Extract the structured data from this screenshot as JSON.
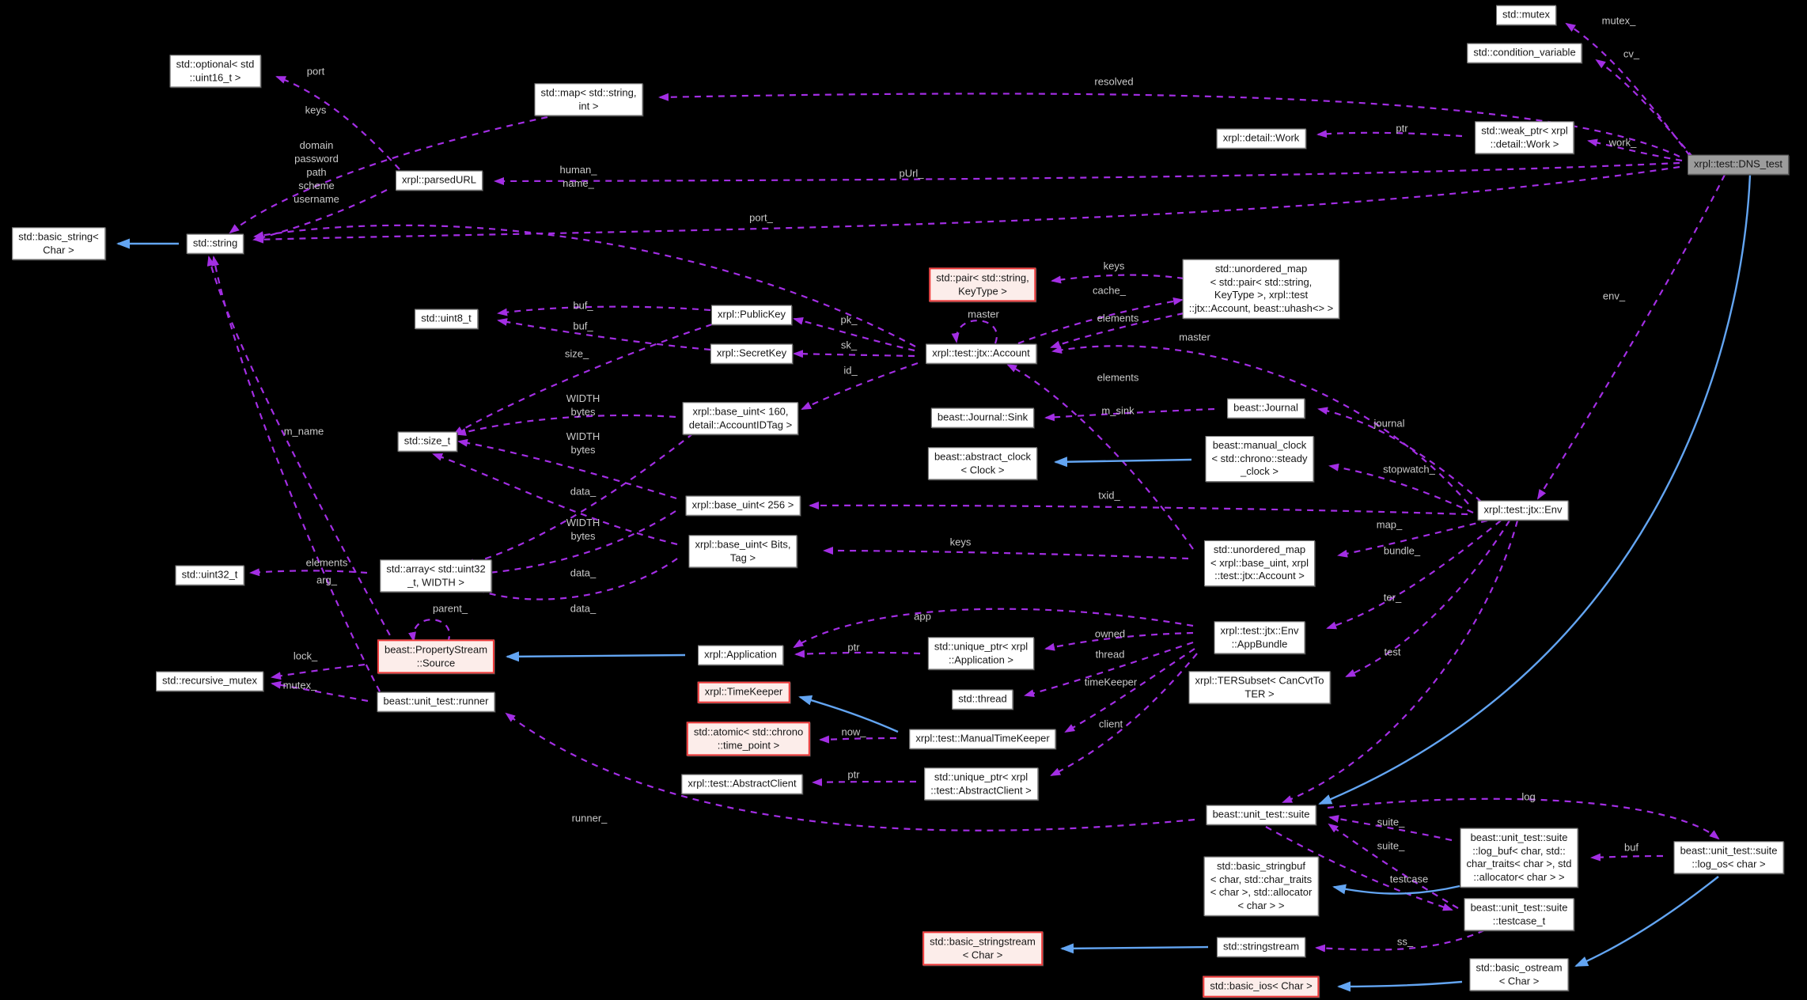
{
  "diagram": {
    "title": "xrpl::test::DNS_test collaboration graph",
    "colors": {
      "background": "#000000",
      "member_edge": "#A32EE4",
      "inherit_edge": "#63A5F2",
      "edge_label": "#C9C9C9",
      "node_fill": "#FFFFFF",
      "node_border": "#767676",
      "node_text": "#161616",
      "highlight_fill": "#FCEDEA",
      "highlight_border": "#EE3A3A",
      "main_fill": "#9C9C9C"
    },
    "nodes": [
      {
        "id": "mutex",
        "label": "std::mutex",
        "style": "plain"
      },
      {
        "id": "cond_var",
        "label": "std::condition_variable",
        "style": "plain"
      },
      {
        "id": "weak_ptr",
        "label": "std::weak_ptr< xrpl\n::detail::Work >",
        "style": "plain"
      },
      {
        "id": "work",
        "label": "xrpl::detail::Work",
        "style": "plain"
      },
      {
        "id": "dns_test",
        "label": "xrpl::test::DNS_test",
        "style": "main"
      },
      {
        "id": "optional",
        "label": "std::optional< std\n::uint16_t >",
        "style": "plain"
      },
      {
        "id": "map",
        "label": "std::map< std::string,\nint >",
        "style": "plain"
      },
      {
        "id": "parsed_url",
        "label": "xrpl::parsedURL",
        "style": "plain"
      },
      {
        "id": "basic_string",
        "label": "std::basic_string<\nChar >",
        "style": "plain"
      },
      {
        "id": "string",
        "label": "std::string",
        "style": "plain"
      },
      {
        "id": "uint8",
        "label": "std::uint8_t",
        "style": "plain"
      },
      {
        "id": "public_key",
        "label": "xrpl::PublicKey",
        "style": "plain"
      },
      {
        "id": "secret_key",
        "label": "xrpl::SecretKey",
        "style": "plain"
      },
      {
        "id": "pair",
        "label": "std::pair< std::string,\nKeyType >",
        "style": "highlight"
      },
      {
        "id": "ummap_pair",
        "label": "std::unordered_map\n< std::pair< std::string,\nKeyType >, xrpl::test\n::jtx::Account, beast::uhash<> >",
        "style": "plain"
      },
      {
        "id": "account",
        "label": "xrpl::test::jtx::Account",
        "style": "plain"
      },
      {
        "id": "base_uint160",
        "label": "xrpl::base_uint< 160,\ndetail::AccountIDTag >",
        "style": "plain"
      },
      {
        "id": "size_t",
        "label": "std::size_t",
        "style": "plain"
      },
      {
        "id": "sink",
        "label": "beast::Journal::Sink",
        "style": "plain"
      },
      {
        "id": "journal",
        "label": "beast::Journal",
        "style": "plain"
      },
      {
        "id": "abstract_clock",
        "label": "beast::abstract_clock\n< Clock >",
        "style": "plain"
      },
      {
        "id": "manual_clock",
        "label": "beast::manual_clock\n< std::chrono::steady\n_clock >",
        "style": "plain"
      },
      {
        "id": "base_uint256",
        "label": "xrpl::base_uint< 256 >",
        "style": "plain"
      },
      {
        "id": "base_uint_bits",
        "label": "xrpl::base_uint< Bits,\nTag >",
        "style": "plain"
      },
      {
        "id": "ummap_bu",
        "label": "std::unordered_map\n< xrpl::base_uint, xrpl\n::test::jtx::Account >",
        "style": "plain"
      },
      {
        "id": "uint32",
        "label": "std::uint32_t",
        "style": "plain"
      },
      {
        "id": "array",
        "label": "std::array< std::uint32\n_t, WIDTH >",
        "style": "plain"
      },
      {
        "id": "env",
        "label": "xrpl::test::jtx::Env",
        "style": "plain"
      },
      {
        "id": "app_bundle",
        "label": "xrpl::test::jtx::Env\n::AppBundle",
        "style": "plain"
      },
      {
        "id": "ter_subset",
        "label": "xrpl::TERSubset< CanCvtTo\nTER >",
        "style": "plain"
      },
      {
        "id": "application",
        "label": "xrpl::Application",
        "style": "plain"
      },
      {
        "id": "uptr_app",
        "label": "std::unique_ptr< xrpl\n::Application >",
        "style": "plain"
      },
      {
        "id": "time_keeper",
        "label": "xrpl::TimeKeeper",
        "style": "highlight"
      },
      {
        "id": "thread",
        "label": "std::thread",
        "style": "plain"
      },
      {
        "id": "atomic",
        "label": "std::atomic< std::chrono\n::time_point >",
        "style": "highlight"
      },
      {
        "id": "mtk",
        "label": "xrpl::test::ManualTimeKeeper",
        "style": "plain"
      },
      {
        "id": "source",
        "label": "beast::PropertyStream\n::Source",
        "style": "highlight"
      },
      {
        "id": "recursive_mutex",
        "label": "std::recursive_mutex",
        "style": "plain"
      },
      {
        "id": "runner",
        "label": "beast::unit_test::runner",
        "style": "plain"
      },
      {
        "id": "abstract_client",
        "label": "xrpl::test::AbstractClient",
        "style": "plain"
      },
      {
        "id": "uptr_ac",
        "label": "std::unique_ptr< xrpl\n::test::AbstractClient >",
        "style": "plain"
      },
      {
        "id": "suite",
        "label": "beast::unit_test::suite",
        "style": "plain"
      },
      {
        "id": "log_buf",
        "label": "beast::unit_test::suite\n::log_buf< char, std::\nchar_traits< char >, std\n::allocator< char > >",
        "style": "plain"
      },
      {
        "id": "log_os",
        "label": "beast::unit_test::suite\n::log_os< char >",
        "style": "plain"
      },
      {
        "id": "stringbuf",
        "label": "std::basic_stringbuf\n< char, std::char_traits\n< char >, std::allocator\n< char > >",
        "style": "plain"
      },
      {
        "id": "testcase_t",
        "label": "beast::unit_test::suite\n::testcase_t",
        "style": "plain"
      },
      {
        "id": "stringstream",
        "label": "std::stringstream",
        "style": "plain"
      },
      {
        "id": "basic_sstream",
        "label": "std::basic_stringstream\n< Char >",
        "style": "highlight"
      },
      {
        "id": "basic_ostream",
        "label": "std::basic_ostream\n< Char >",
        "style": "plain"
      },
      {
        "id": "basic_ios",
        "label": "std::basic_ios< Char >",
        "style": "highlight"
      }
    ],
    "edges": [
      {
        "from": "dns_test",
        "to": "mutex",
        "label": "mutex_",
        "style": "member"
      },
      {
        "from": "dns_test",
        "to": "cond_var",
        "label": "cv_",
        "style": "member"
      },
      {
        "from": "dns_test",
        "to": "weak_ptr",
        "label": "work_",
        "style": "member"
      },
      {
        "from": "weak_ptr",
        "to": "work",
        "label": "ptr",
        "style": "member"
      },
      {
        "from": "dns_test",
        "to": "map",
        "label": "resolved",
        "style": "member"
      },
      {
        "from": "dns_test",
        "to": "parsed_url",
        "label": "pUrl_",
        "style": "member"
      },
      {
        "from": "dns_test",
        "to": "string",
        "label": "port_",
        "style": "member"
      },
      {
        "from": "dns_test",
        "to": "env",
        "label": "env_",
        "style": "member"
      },
      {
        "from": "dns_test",
        "to": "suite",
        "label": "",
        "style": "inherit"
      },
      {
        "from": "parsed_url",
        "to": "optional",
        "label": "port",
        "style": "member"
      },
      {
        "from": "map",
        "to": "string",
        "label": "keys",
        "style": "member"
      },
      {
        "from": "parsed_url",
        "to": "string",
        "label": "domain\npassword\npath\nscheme\nusername",
        "style": "member"
      },
      {
        "from": "account",
        "to": "string",
        "label": "human_\nname_",
        "style": "member"
      },
      {
        "from": "string",
        "to": "basic_string",
        "label": "",
        "style": "inherit"
      },
      {
        "from": "public_key",
        "to": "uint8",
        "label": "buf_",
        "style": "member"
      },
      {
        "from": "secret_key",
        "to": "uint8",
        "label": "buf_",
        "style": "member"
      },
      {
        "from": "public_key",
        "to": "size_t",
        "label": "size_",
        "style": "member"
      },
      {
        "from": "account",
        "to": "public_key",
        "label": "pk_",
        "style": "member"
      },
      {
        "from": "account",
        "to": "secret_key",
        "label": "sk_",
        "style": "member"
      },
      {
        "from": "account",
        "to": "base_uint160",
        "label": "id_",
        "style": "member"
      },
      {
        "from": "ummap_pair",
        "to": "pair",
        "label": "keys",
        "style": "member"
      },
      {
        "from": "account",
        "to": "ummap_pair",
        "label": "cache_",
        "style": "member"
      },
      {
        "from": "ummap_pair",
        "to": "account",
        "label": "elements",
        "style": "member"
      },
      {
        "from": "account",
        "to": "account",
        "label": "master",
        "style": "member"
      },
      {
        "from": "env",
        "to": "account",
        "label": "master",
        "style": "member"
      },
      {
        "from": "ummap_bu",
        "to": "account",
        "label": "elements",
        "style": "member"
      },
      {
        "from": "journal",
        "to": "sink",
        "label": "m_sink",
        "style": "member"
      },
      {
        "from": "env",
        "to": "journal",
        "label": "journal",
        "style": "member"
      },
      {
        "from": "manual_clock",
        "to": "abstract_clock",
        "label": "",
        "style": "inherit"
      },
      {
        "from": "env",
        "to": "manual_clock",
        "label": "stopwatch_",
        "style": "member"
      },
      {
        "from": "env",
        "to": "base_uint256",
        "label": "txid_",
        "style": "member"
      },
      {
        "from": "ummap_bu",
        "to": "base_uint_bits",
        "label": "keys",
        "style": "member"
      },
      {
        "from": "env",
        "to": "ummap_bu",
        "label": "map_",
        "style": "member"
      },
      {
        "from": "env",
        "to": "app_bundle",
        "label": "bundle_",
        "style": "member"
      },
      {
        "from": "env",
        "to": "ter_subset",
        "label": "ter_",
        "style": "member"
      },
      {
        "from": "env",
        "to": "suite",
        "label": "test",
        "style": "member"
      },
      {
        "from": "base_uint160",
        "to": "size_t",
        "label": "WIDTH\nbytes",
        "style": "member"
      },
      {
        "from": "base_uint256",
        "to": "size_t",
        "label": "WIDTH\nbytes",
        "style": "member"
      },
      {
        "from": "base_uint_bits",
        "to": "size_t",
        "label": "WIDTH\nbytes",
        "style": "member"
      },
      {
        "from": "base_uint160",
        "to": "array",
        "label": "data_",
        "style": "member"
      },
      {
        "from": "base_uint256",
        "to": "array",
        "label": "data_",
        "style": "member"
      },
      {
        "from": "base_uint_bits",
        "to": "array",
        "label": "data_",
        "style": "member"
      },
      {
        "from": "array",
        "to": "uint32",
        "label": "elements",
        "style": "member"
      },
      {
        "from": "runner",
        "to": "string",
        "label": "arg_",
        "style": "member"
      },
      {
        "from": "source",
        "to": "string",
        "label": "m_name",
        "style": "member"
      },
      {
        "from": "source",
        "to": "source",
        "label": "parent_",
        "style": "member"
      },
      {
        "from": "source",
        "to": "recursive_mutex",
        "label": "lock_",
        "style": "member"
      },
      {
        "from": "runner",
        "to": "recursive_mutex",
        "label": "mutex_",
        "style": "member"
      },
      {
        "from": "application",
        "to": "source",
        "label": "",
        "style": "inherit"
      },
      {
        "from": "app_bundle",
        "to": "application",
        "label": "app",
        "style": "member"
      },
      {
        "from": "uptr_app",
        "to": "application",
        "label": "ptr",
        "style": "member"
      },
      {
        "from": "app_bundle",
        "to": "uptr_app",
        "label": "owned",
        "style": "member"
      },
      {
        "from": "app_bundle",
        "to": "thread",
        "label": "thread",
        "style": "member"
      },
      {
        "from": "app_bundle",
        "to": "mtk",
        "label": "timeKeeper",
        "style": "member"
      },
      {
        "from": "app_bundle",
        "to": "uptr_ac",
        "label": "client",
        "style": "member"
      },
      {
        "from": "mtk",
        "to": "time_keeper",
        "label": "",
        "style": "inherit"
      },
      {
        "from": "mtk",
        "to": "atomic",
        "label": "now_",
        "style": "member"
      },
      {
        "from": "uptr_ac",
        "to": "abstract_client",
        "label": "ptr",
        "style": "member"
      },
      {
        "from": "suite",
        "to": "runner",
        "label": "runner_",
        "style": "member"
      },
      {
        "from": "suite",
        "to": "log_os",
        "label": "log",
        "style": "member"
      },
      {
        "from": "log_os",
        "to": "log_buf",
        "label": "buf",
        "style": "member"
      },
      {
        "from": "log_buf",
        "to": "suite",
        "label": "suite_",
        "style": "member"
      },
      {
        "from": "testcase_t",
        "to": "suite",
        "label": "suite_",
        "style": "member"
      },
      {
        "from": "suite",
        "to": "testcase_t",
        "label": "testcase",
        "style": "member"
      },
      {
        "from": "testcase_t",
        "to": "stringstream",
        "label": "ss_",
        "style": "member"
      },
      {
        "from": "log_buf",
        "to": "stringbuf",
        "label": "",
        "style": "inherit"
      },
      {
        "from": "log_os",
        "to": "basic_ostream",
        "label": "",
        "style": "inherit"
      },
      {
        "from": "stringstream",
        "to": "basic_sstream",
        "label": "",
        "style": "inherit"
      },
      {
        "from": "basic_ostream",
        "to": "basic_ios",
        "label": "",
        "style": "inherit"
      }
    ]
  }
}
